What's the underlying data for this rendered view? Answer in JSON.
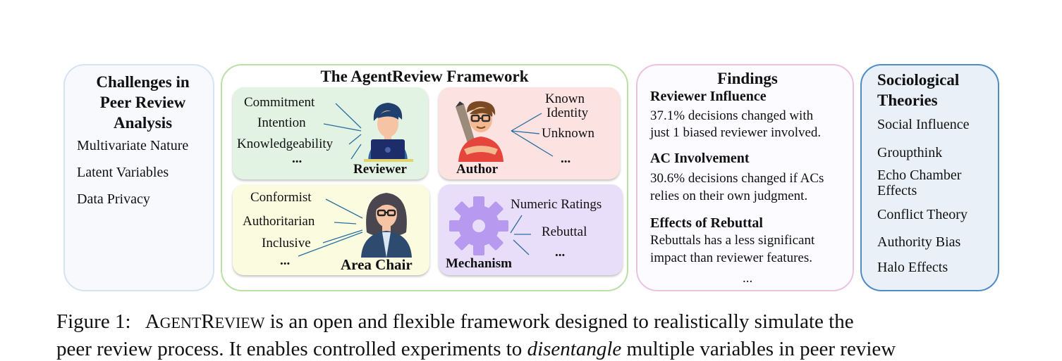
{
  "challenges": {
    "title": "Challenges in\nPeer Review\nAnalysis",
    "items": [
      "Multivariate Nature",
      "Latent Variables",
      "Data Privacy"
    ]
  },
  "framework": {
    "title": "The AgentReview Framework",
    "reviewer": {
      "label": "Reviewer",
      "items": [
        "Commitment",
        "Intention",
        "Knowledgeability",
        "..."
      ]
    },
    "author": {
      "label": "Author",
      "items": [
        "Known",
        "Identity",
        "Unknown",
        "..."
      ]
    },
    "area_chair": {
      "label": "Area Chair",
      "items": [
        "Conformist",
        "Authoritarian",
        "Inclusive",
        "..."
      ]
    },
    "mechanism": {
      "label": "Mechanism",
      "items": [
        "Numeric Ratings",
        "Rebuttal",
        "..."
      ]
    }
  },
  "findings": {
    "title": "Findings",
    "sections": [
      {
        "heading": "Reviewer Influence",
        "line1": "37.1% decisions changed with",
        "line2": "just 1 biased reviewer involved."
      },
      {
        "heading": "AC Involvement",
        "line1": "30.6% decisions changed if ACs",
        "line2": "relies on their own judgment."
      },
      {
        "heading": "Effects of Rebuttal",
        "line1": "Rebuttals has a less significant",
        "line2": "impact than reviewer features."
      }
    ],
    "ellipsis": "..."
  },
  "theories": {
    "title1": "Sociological",
    "title2": "Theories",
    "items": [
      "Social Influence",
      "Groupthink",
      "Echo Chamber",
      "Effects",
      "Conflict Theory",
      "Authority Bias",
      "Halo Effects"
    ]
  },
  "caption": {
    "prefix": "Figure 1:",
    "name_a": "A",
    "name_b": "GENT",
    "name_c": "R",
    "name_d": "EVIEW",
    "line1_rest": " is an open and flexible framework designed to realistically simulate the",
    "line2_a": "peer review process. It enables controlled experiments to ",
    "line2_em": "disentangle",
    "line2_b": " multiple variables in peer review"
  },
  "colors": {
    "challenges_border": "#d6e3f2",
    "challenges_fill": "#f7f9fd",
    "framework_border": "#b9e0a5",
    "findings_border": "#ecc2e1",
    "theories_border": "#4f8cc4",
    "theories_fill": "#e9f0f8",
    "reviewer_fill": "#e3f3e3",
    "author_fill": "#fde2e2",
    "ac_fill": "#fbfbe0",
    "mechanism_fill": "#e8defa",
    "line": "#2a6fa0"
  }
}
